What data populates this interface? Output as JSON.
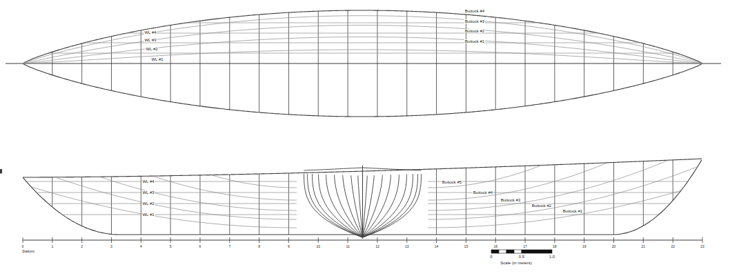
{
  "diagram": {
    "labels": [
      "WL #4",
      "WL #3",
      "WL #2",
      "WL #1",
      "Buttock #4",
      "Buttock #3",
      "Buttock #2",
      "Buttock #1",
      "WL #4",
      "WL #3",
      "WL #2",
      "WL #1",
      "Buttock #5",
      "Buttock #4",
      "Buttock #3",
      "Buttock #2",
      "Buttock #1",
      "0",
      "1",
      "2",
      "3",
      "4",
      "5",
      "6",
      "7",
      "8",
      "9",
      "10",
      "11",
      "12",
      "13",
      "14",
      "15",
      "16",
      "17",
      "18",
      "19",
      "20",
      "21",
      "22",
      "23",
      "Stations",
      "0",
      "0.5",
      "1.0",
      "Scale (in meters)"
    ]
  }
}
